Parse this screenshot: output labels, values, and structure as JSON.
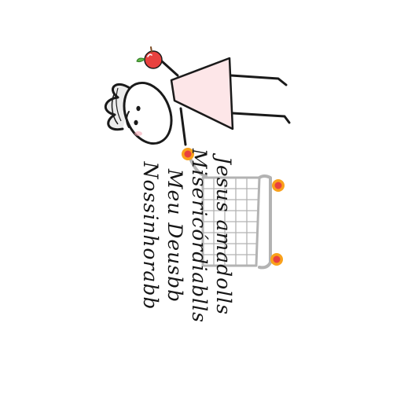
{
  "phrase": {
    "lines": [
      "Jesus amadolls",
      "Misericórdiablls",
      "Meu Deusbb",
      "Nossinhorabb"
    ]
  },
  "colors": {
    "ink": "#161616",
    "dress": "#fde6e8",
    "apple": "#e8413f",
    "leaf": "#5fb646",
    "cart": "#b3b3b3",
    "wheel_outer": "#f9a11b",
    "wheel_inner": "#e8413f"
  },
  "icons": [
    "stick-girl-illustration",
    "apple-icon",
    "shopping-cart-icon"
  ]
}
